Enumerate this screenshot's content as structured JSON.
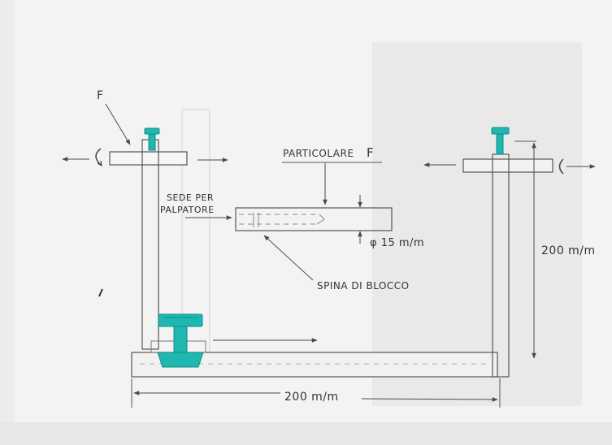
{
  "labels": {
    "force_mark": "F",
    "detail_title": "PARTICOLARE",
    "detail_letter": "F",
    "seat_line1": "SEDE PER",
    "seat_line2": "PALPATORE",
    "diameter": "φ 15 m/m",
    "pin": "SPINA DI BLOCCO",
    "height_dim": "200 m/m",
    "width_dim": "200 m/m"
  },
  "colors": {
    "ink": "#4a4a4a",
    "pen": "#333333",
    "teal": "#1fb8b0",
    "teal_dark": "#138a86"
  }
}
